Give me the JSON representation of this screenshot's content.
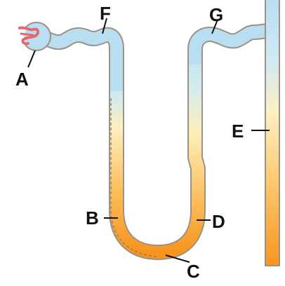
{
  "diagram": {
    "labels": {
      "a": "A",
      "b": "B",
      "c": "C",
      "d": "D",
      "e": "E",
      "f": "F",
      "g": "G"
    },
    "colors": {
      "outline": "#9b9285",
      "blue": "#b9def2",
      "yellow": "#fde8a4",
      "orange": "#f7941d",
      "glomerulus": "#e06a6f",
      "label": "#111111"
    }
  }
}
